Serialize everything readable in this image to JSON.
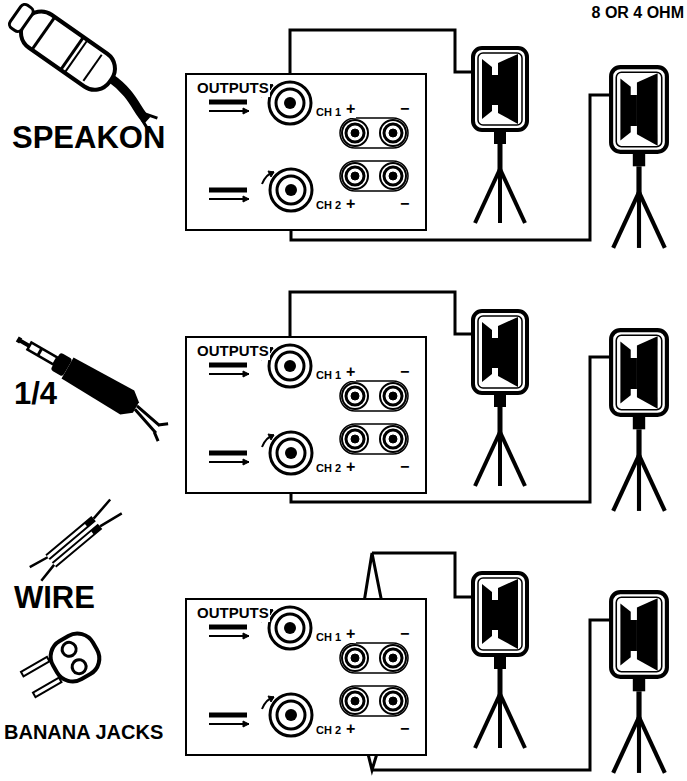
{
  "diagram": {
    "nodes": [
      {
        "text": [
          "OUTPUTS",
          "CH 1",
          "+",
          "−",
          "CH 2",
          "+",
          "−"
        ]
      },
      {
        "text": [
          "OUTPUTS",
          "CH 1",
          "+",
          "−",
          "CH 2",
          "+",
          "−"
        ]
      },
      {
        "text": [
          "OUTPUTS",
          "CH 1",
          "+",
          "−",
          "CH 2",
          "+",
          "−"
        ]
      }
    ],
    "labels": [
      "8 OR 4 OHM",
      "SPEAKON",
      "1/4",
      "WIRE",
      "BANANA JACKS"
    ]
  }
}
